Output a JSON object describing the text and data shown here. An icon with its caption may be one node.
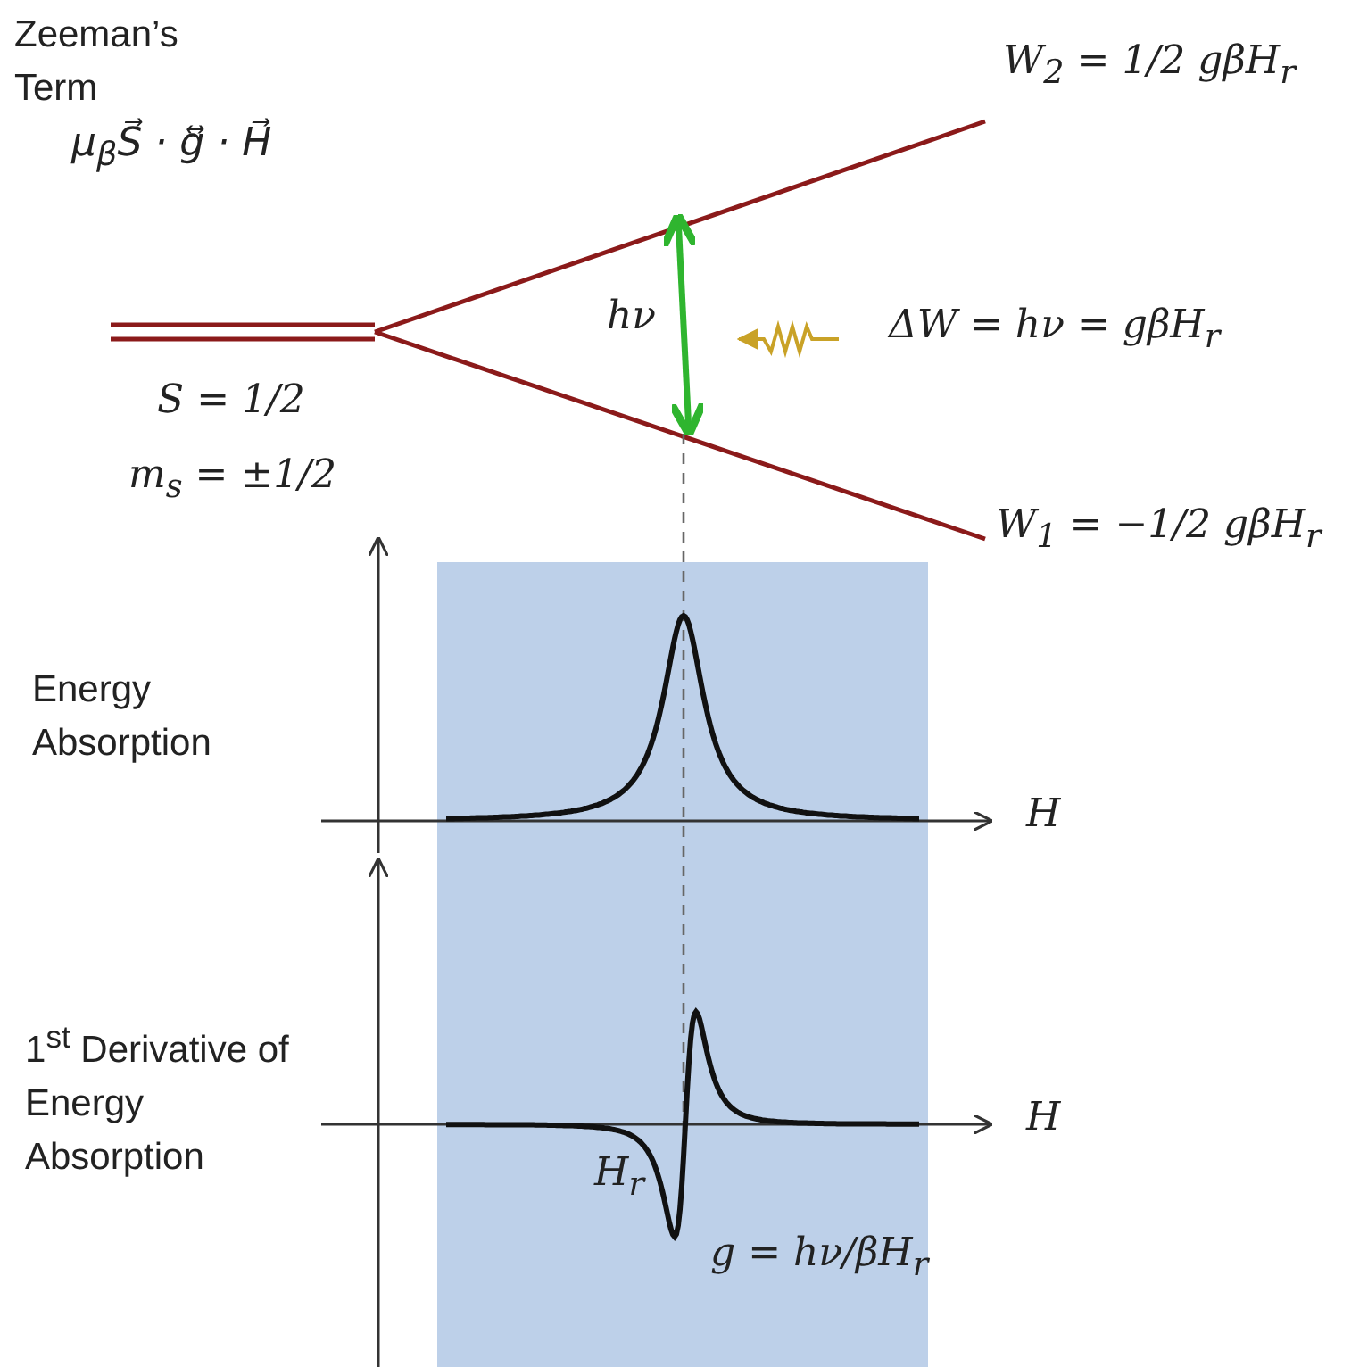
{
  "diagram": {
    "labels": [
      "Zeeman’s Term",
      "μ$_{β}$S⃗ · g⃡ · H⃗",
      "W$_{2}$ = 1/2 gβH$_{r}$",
      "hν",
      "ΔW = hν = gβH$_{r}$",
      "S = 1/2",
      "m$_{s}$ = ±1/2",
      "W$_{1}$ = −1/2 gβH$_{r}$",
      "Energy Absorption",
      "H",
      "1$^{st}$ Derivative of Energy Absorption",
      "H",
      "H$_{r}$",
      "g = hν/βH$_{r}$"
    ]
  }
}
